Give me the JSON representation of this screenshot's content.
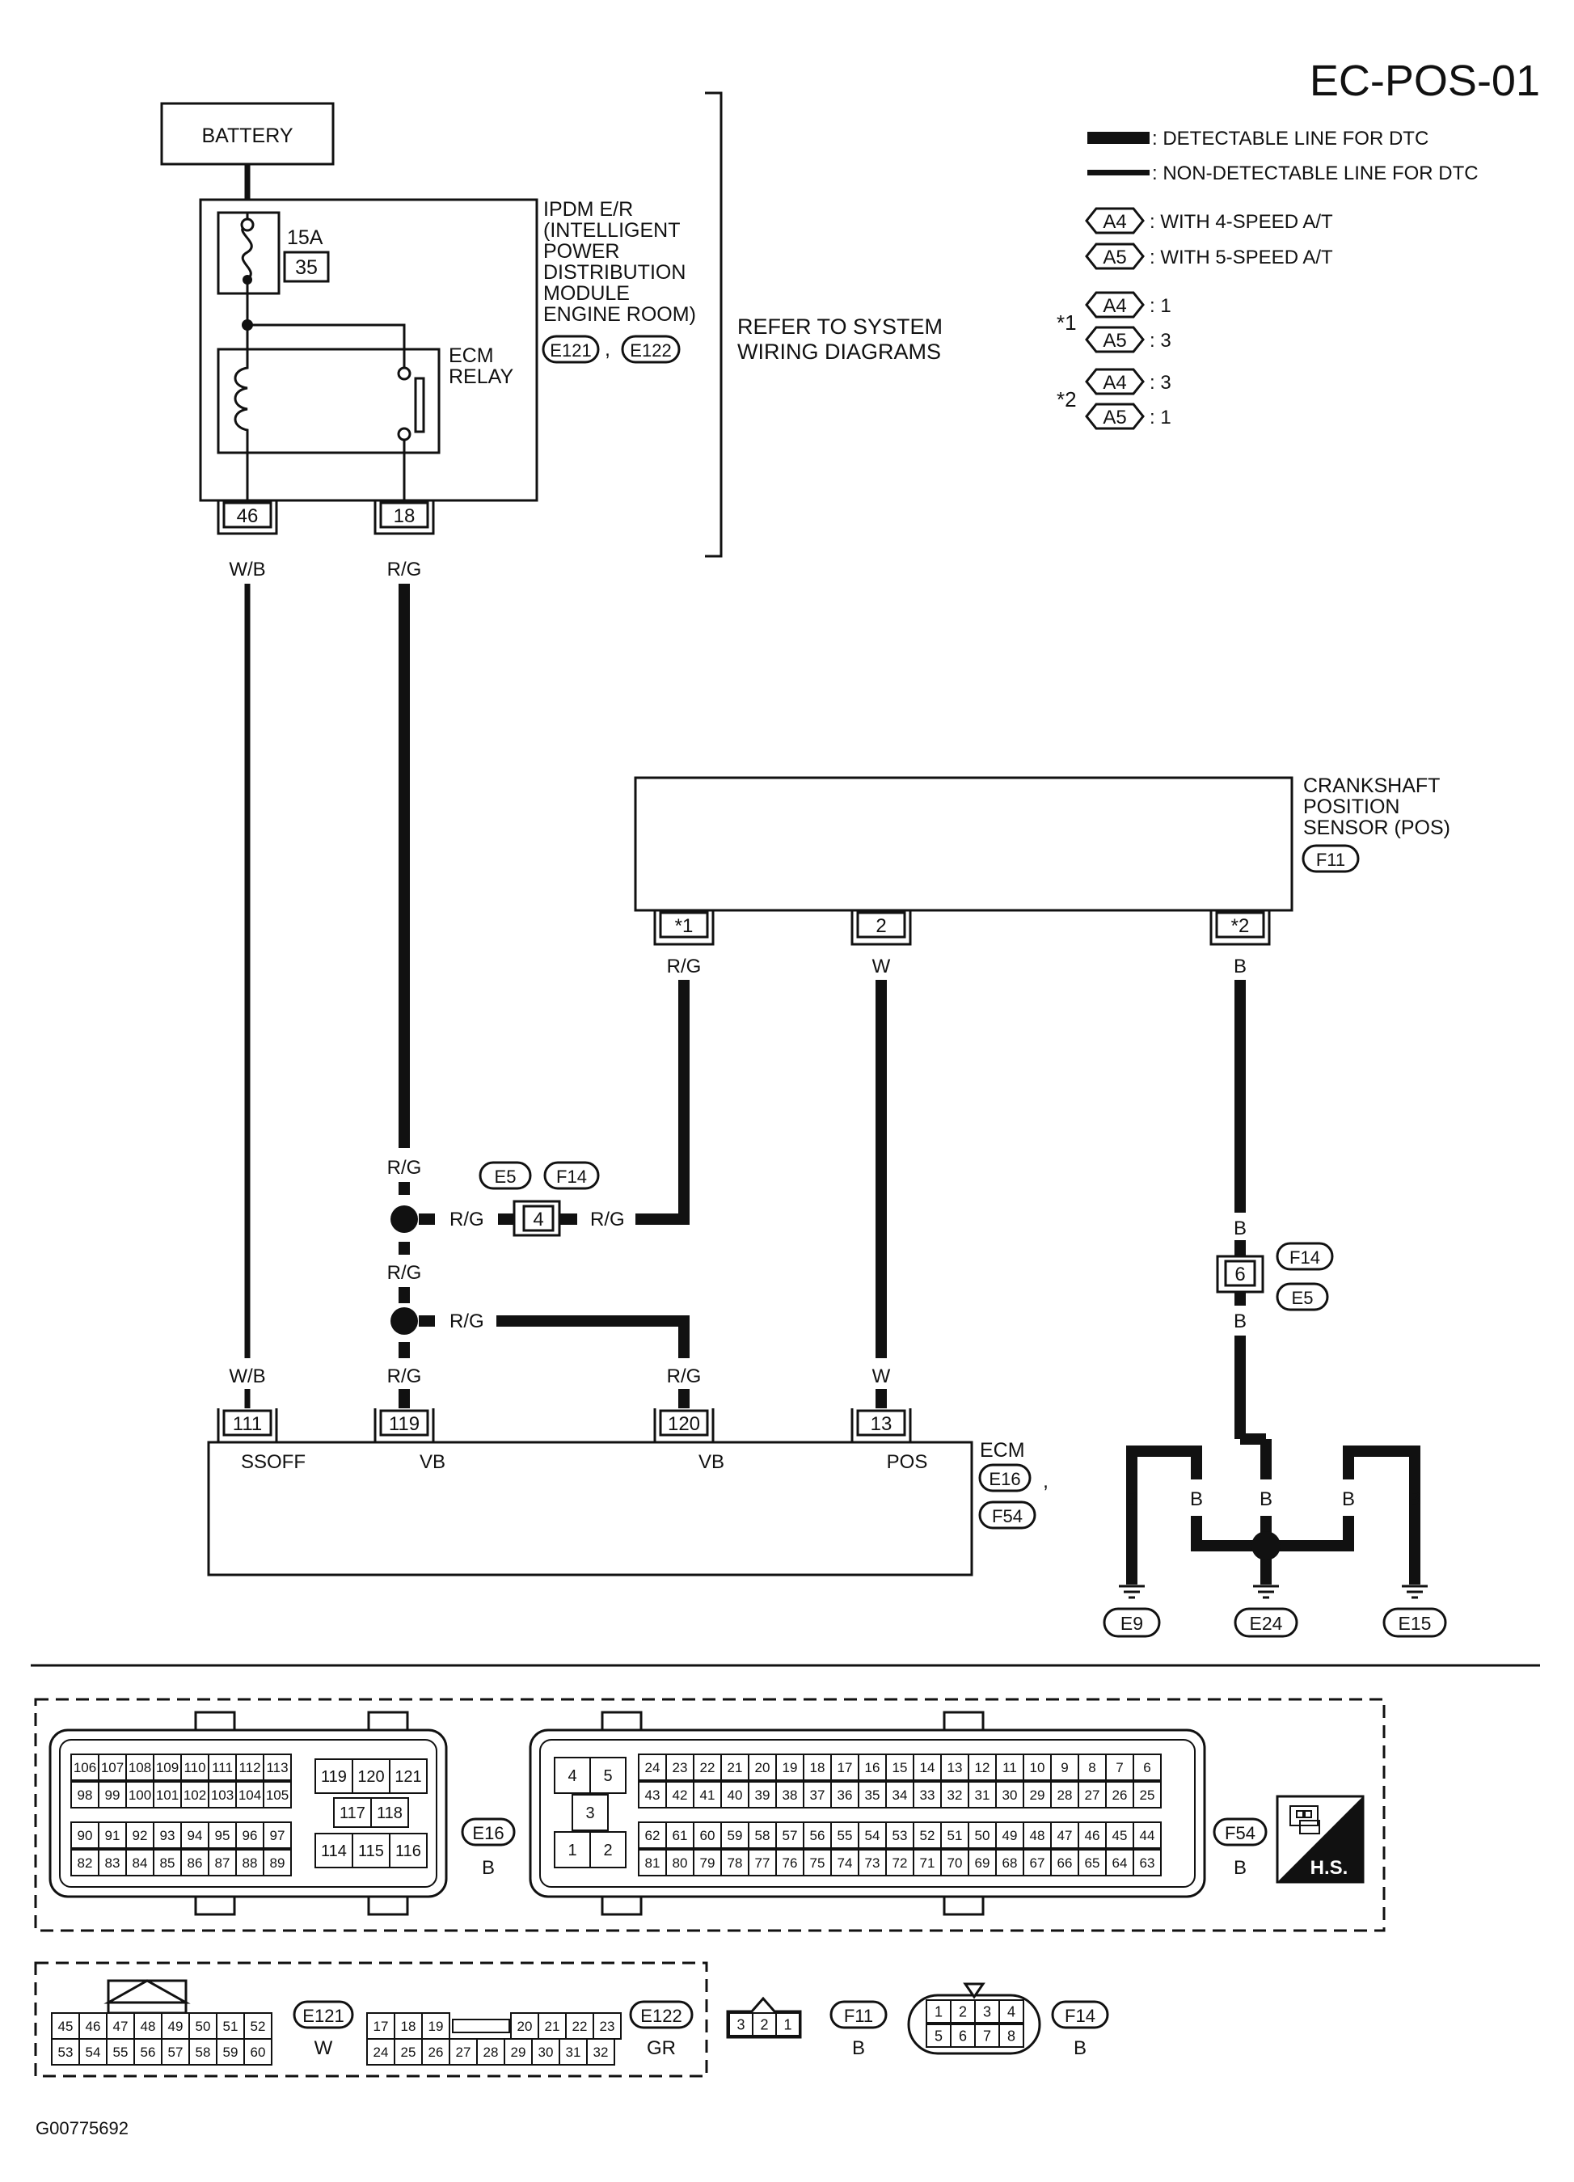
{
  "page_title": "EC-POS-01",
  "legend": {
    "detectable": ": DETECTABLE LINE FOR DTC",
    "non_detectable": ": NON-DETECTABLE LINE FOR DTC",
    "a4_code": "A4",
    "a4_desc": ": WITH 4-SPEED A/T",
    "a5_code": "A5",
    "a5_desc": ": WITH 5-SPEED A/T",
    "star1": "*1",
    "star1_a4": ": 1",
    "star1_a5": ": 3",
    "star2": "*2",
    "star2_a4": ": 3",
    "star2_a5": ": 1"
  },
  "battery": "BATTERY",
  "ipdm": {
    "fuse_rating": "15A",
    "fuse_number": "35",
    "name_lines": [
      "IPDM E/R",
      "(INTELLIGENT",
      "POWER",
      "DISTRIBUTION",
      "MODULE",
      "ENGINE ROOM)"
    ],
    "connectors": [
      "E121",
      "E122"
    ],
    "comma": ",",
    "relay_lines": [
      "ECM",
      "RELAY"
    ],
    "terminals": [
      "46",
      "18"
    ],
    "refer_lines": [
      "REFER TO SYSTEM",
      "WIRING DIAGRAMS"
    ]
  },
  "wires": {
    "wb": "W/B",
    "rg": "R/G",
    "w": "W",
    "b": "B"
  },
  "ckp": {
    "name_lines": [
      "CRANKSHAFT",
      "POSITION",
      "SENSOR (POS)"
    ],
    "connector": "F11",
    "terminals": [
      "*1",
      "2",
      "*2"
    ]
  },
  "joint_connector": {
    "codes": [
      "E5",
      "F14"
    ],
    "pin": "4"
  },
  "ground_connector": {
    "codes": [
      "F14",
      "E5"
    ],
    "pin": "6"
  },
  "ecm": {
    "name": "ECM",
    "connectors": [
      "E16",
      "F54"
    ],
    "comma": ",",
    "terminals": [
      "111",
      "119",
      "120",
      "13"
    ],
    "labels": [
      "SSOFF",
      "VB",
      "VB",
      "POS"
    ]
  },
  "grounds": [
    "E9",
    "E24",
    "E15"
  ],
  "e16_face": {
    "code": "E16",
    "color": "B",
    "rows": [
      [
        "106",
        "107",
        "108",
        "109",
        "110",
        "111",
        "112",
        "113"
      ],
      [
        "98",
        "99",
        "100",
        "101",
        "102",
        "103",
        "104",
        "105"
      ],
      [
        "90",
        "91",
        "92",
        "93",
        "94",
        "95",
        "96",
        "97"
      ],
      [
        "82",
        "83",
        "84",
        "85",
        "86",
        "87",
        "88",
        "89"
      ]
    ],
    "big_top": [
      "119",
      "120",
      "121"
    ],
    "big_mid": [
      "117",
      "118"
    ],
    "big_bot": [
      "114",
      "115",
      "116"
    ]
  },
  "f54_face": {
    "code": "F54",
    "color": "B",
    "big": [
      "4",
      "5",
      "3",
      "1",
      "2"
    ],
    "rows": [
      [
        "24",
        "23",
        "22",
        "21",
        "20",
        "19",
        "18",
        "17",
        "16",
        "15",
        "14",
        "13",
        "12",
        "11",
        "10",
        "9",
        "8",
        "7",
        "6"
      ],
      [
        "43",
        "42",
        "41",
        "40",
        "39",
        "38",
        "37",
        "36",
        "35",
        "34",
        "33",
        "32",
        "31",
        "30",
        "29",
        "28",
        "27",
        "26",
        "25"
      ],
      [
        "62",
        "61",
        "60",
        "59",
        "58",
        "57",
        "56",
        "55",
        "54",
        "53",
        "52",
        "51",
        "50",
        "49",
        "48",
        "47",
        "46",
        "45",
        "44"
      ],
      [
        "81",
        "80",
        "79",
        "78",
        "77",
        "76",
        "75",
        "74",
        "73",
        "72",
        "71",
        "70",
        "69",
        "68",
        "67",
        "66",
        "65",
        "64",
        "63"
      ]
    ]
  },
  "hs_badge": "H.S.",
  "e121_face": {
    "code": "E121",
    "color": "W",
    "rows": [
      [
        "45",
        "46",
        "47",
        "48",
        "49",
        "50",
        "51",
        "52"
      ],
      [
        "53",
        "54",
        "55",
        "56",
        "57",
        "58",
        "59",
        "60"
      ]
    ]
  },
  "e122_face": {
    "code": "E122",
    "color": "GR",
    "top": [
      "17",
      "18",
      "19",
      "20",
      "21",
      "22",
      "23"
    ],
    "bottom": [
      "24",
      "25",
      "26",
      "27",
      "28",
      "29",
      "30",
      "31",
      "32"
    ]
  },
  "f11_face": {
    "code": "F11",
    "color": "B",
    "pins": [
      "3",
      "2",
      "1"
    ]
  },
  "f14_face": {
    "code": "F14",
    "color": "B",
    "top": [
      "1",
      "2",
      "3",
      "4"
    ],
    "bottom": [
      "5",
      "6",
      "7",
      "8"
    ]
  },
  "footer_code": "G00775692"
}
